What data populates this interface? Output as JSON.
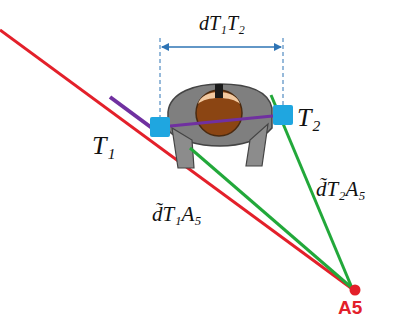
{
  "diagram": {
    "labels": [
      "dT₁T₂",
      "T₁",
      "T₂",
      "d̃T₁A₅",
      "d̃T₂A₅",
      "A5"
    ]
  }
}
